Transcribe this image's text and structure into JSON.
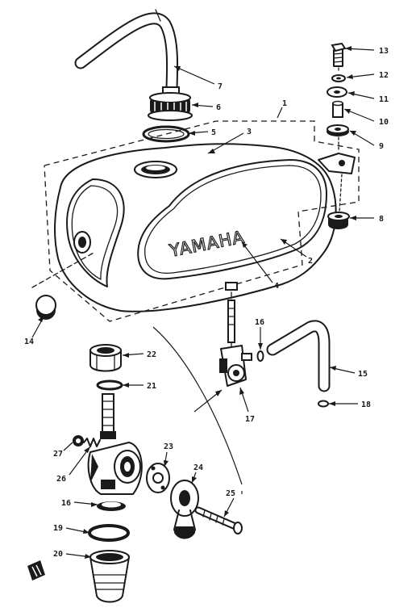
{
  "brand_text": "YAMAHA",
  "callouts": [
    {
      "id": "c1",
      "label": "1"
    },
    {
      "id": "c2",
      "label": "2"
    },
    {
      "id": "c3",
      "label": "3"
    },
    {
      "id": "c4",
      "label": "4"
    },
    {
      "id": "c5",
      "label": "5"
    },
    {
      "id": "c6",
      "label": "6"
    },
    {
      "id": "c7",
      "label": "7"
    },
    {
      "id": "c8",
      "label": "8"
    },
    {
      "id": "c9",
      "label": "9"
    },
    {
      "id": "c10",
      "label": "10"
    },
    {
      "id": "c11",
      "label": "11"
    },
    {
      "id": "c12",
      "label": "12"
    },
    {
      "id": "c13",
      "label": "13"
    },
    {
      "id": "c14",
      "label": "14"
    },
    {
      "id": "c15",
      "label": "15"
    },
    {
      "id": "c16a",
      "label": "16"
    },
    {
      "id": "c16b",
      "label": "16"
    },
    {
      "id": "c17",
      "label": "17"
    },
    {
      "id": "c18",
      "label": "18"
    },
    {
      "id": "c19",
      "label": "19"
    },
    {
      "id": "c20",
      "label": "20"
    },
    {
      "id": "c21",
      "label": "21"
    },
    {
      "id": "c22",
      "label": "22"
    },
    {
      "id": "c23",
      "label": "23"
    },
    {
      "id": "c24",
      "label": "24"
    },
    {
      "id": "c25",
      "label": "25"
    },
    {
      "id": "c26",
      "label": "26"
    },
    {
      "id": "c27",
      "label": "27"
    },
    {
      "id": "c18b",
      "label": "18"
    }
  ]
}
